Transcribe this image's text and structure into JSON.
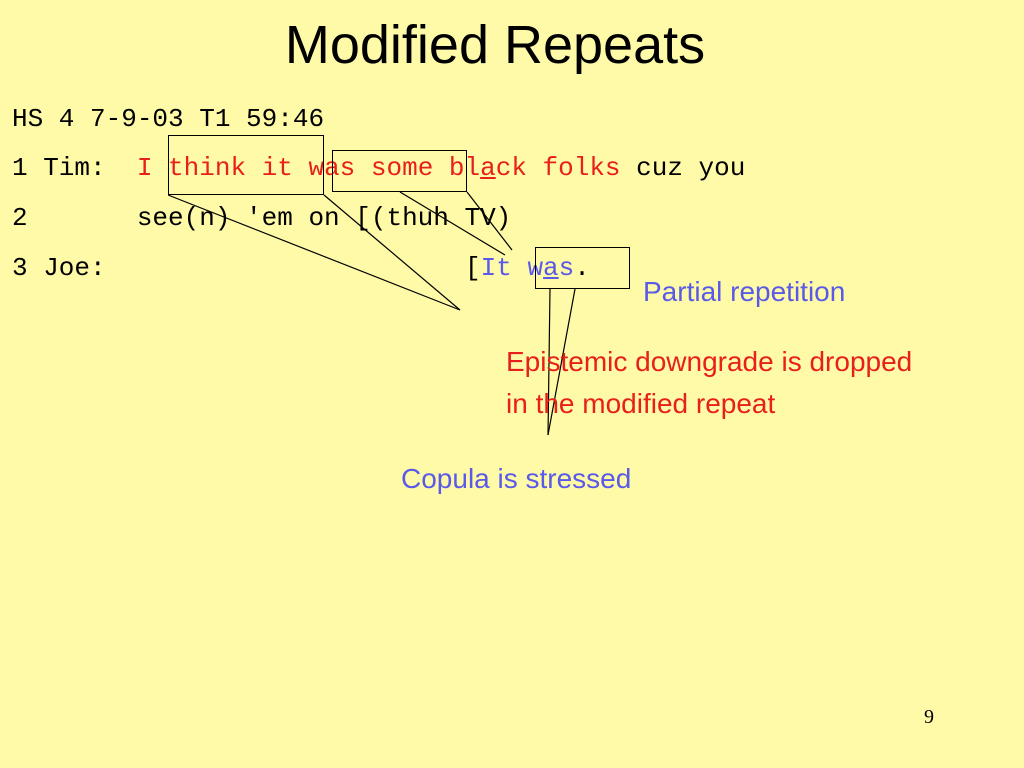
{
  "slide": {
    "title": "Modified Repeats",
    "page_number": "9"
  },
  "transcript": {
    "header": "HS 4 7-9-03 T1 59:46",
    "line1": {
      "num_speaker": "1 Tim:  ",
      "seg1": "I think",
      "seg2": "it was",
      "seg3": "some bl",
      "seg3_stress": "a",
      "seg3_rest": "ck folks",
      "seg4": " cuz you"
    },
    "line2": {
      "num": "2       ",
      "text": "see(n) 'em on [(thuh TV)"
    },
    "line3": {
      "num_speaker": "3 Joe:",
      "bracket": "[",
      "it": "It",
      "w": "w",
      "stress": "a",
      "s": "s",
      "period": "."
    }
  },
  "annotations": {
    "partial": "Partial repetition",
    "epistemic_line1": "Epistemic downgrade is dropped",
    "epistemic_line2": "in the modified repeat",
    "copula": "Copula is stressed"
  },
  "colors": {
    "background": "#FFFAA8",
    "red": "#E8201C",
    "blue": "#5A5AE8"
  }
}
